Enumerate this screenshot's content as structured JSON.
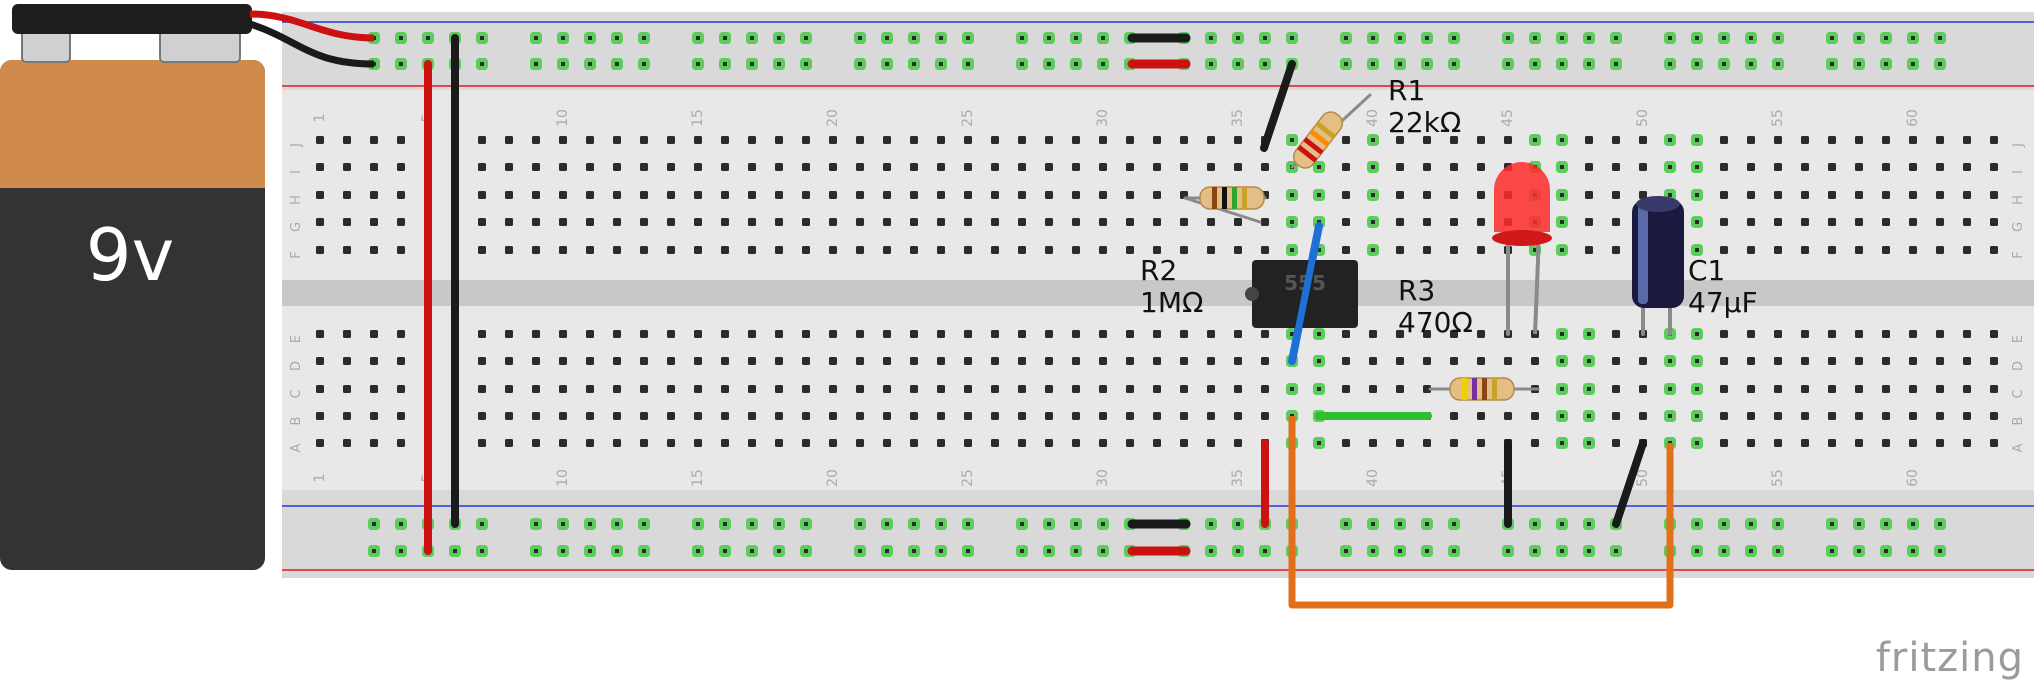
{
  "battery": {
    "label": "9v"
  },
  "breadboard": {
    "column_numbers": [
      "1",
      "5",
      "10",
      "15",
      "20",
      "25",
      "30",
      "35",
      "40",
      "45",
      "50",
      "55",
      "60"
    ],
    "row_letters_top": [
      "J",
      "I",
      "H",
      "G",
      "F"
    ],
    "row_letters_bottom": [
      "E",
      "D",
      "C",
      "B",
      "A"
    ]
  },
  "components": {
    "r1": {
      "name": "R1",
      "value": "22kΩ"
    },
    "r2": {
      "name": "R2",
      "value": "1MΩ"
    },
    "r3": {
      "name": "R3",
      "value": "470Ω"
    },
    "c1": {
      "name": "C1",
      "value": "47µF"
    },
    "ic": {
      "marking": "555"
    }
  },
  "colors": {
    "board": "#d9d9d9",
    "hole": "#2b2b2b",
    "hole_connected": "#5ccd5c",
    "rail_red": "#e01c1c",
    "rail_blue": "#1f3bd6",
    "wire_red": "#cc1111",
    "wire_black": "#1a1a1a",
    "wire_blue": "#1e6fd6",
    "wire_green": "#2ec02e",
    "wire_orange": "#e0701a",
    "battery_top": "#d08a4c",
    "battery_body": "#333333",
    "led_red": "#ff2a2a",
    "capacitor": "#1a1a40"
  },
  "brand": "fritzing"
}
